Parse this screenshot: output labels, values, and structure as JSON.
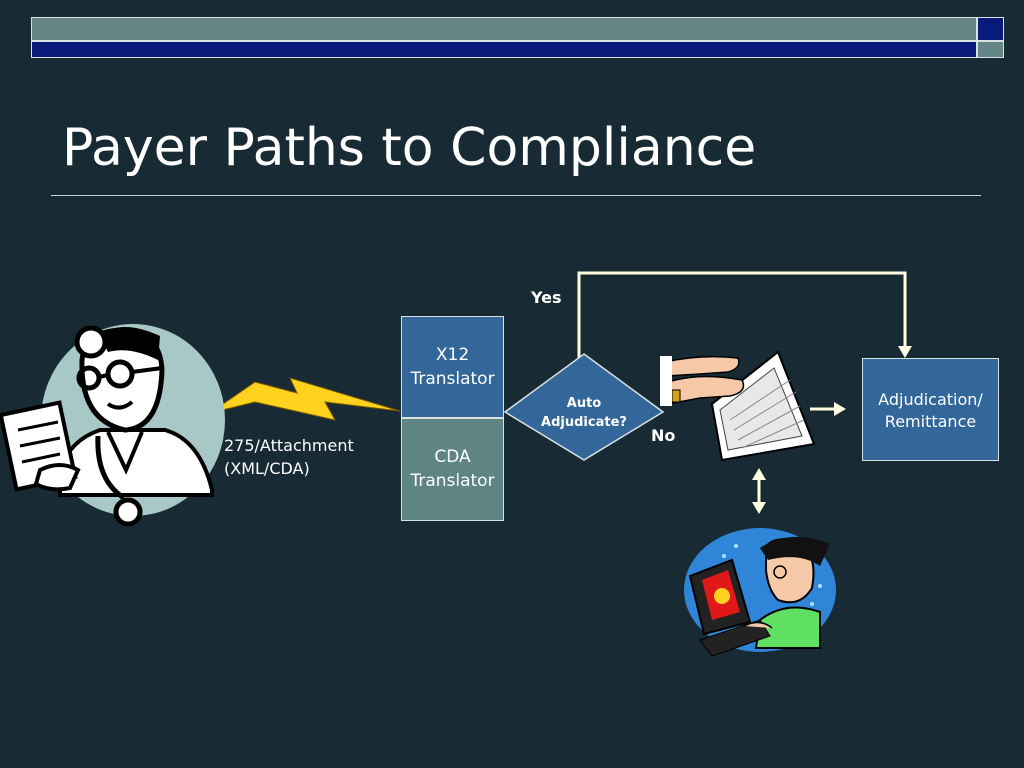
{
  "slide": {
    "title": "Payer Paths to Compliance"
  },
  "diagram": {
    "x12_translator": [
      "X12",
      "Translator"
    ],
    "cda_translator": [
      "CDA",
      "Translator"
    ],
    "decision": [
      "Auto",
      "Adjudicate?"
    ],
    "yes_label": "Yes",
    "no_label": "No",
    "attachment": [
      "275/Attachment",
      "(XML/CDA)"
    ],
    "result": [
      "Adjudication/",
      "Remittance"
    ]
  },
  "colors": {
    "background": "#182a33",
    "box_blue": "#336699",
    "box_teal": "#5f8484",
    "band_teal": "#668587",
    "band_navy": "#0a1a7a",
    "connector": "#fffde0",
    "lightning": "#ffd21f"
  },
  "icons": [
    "doctor-clipart",
    "lightning-bolt-icon",
    "keyboard-hands-clipart",
    "computer-user-clipart"
  ]
}
